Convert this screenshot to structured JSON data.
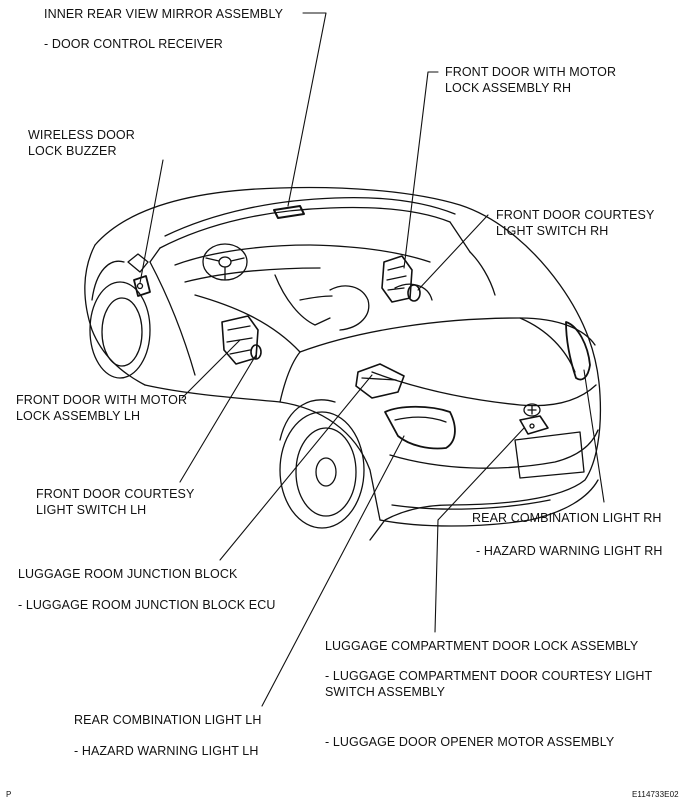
{
  "colors": {
    "background": "#ffffff",
    "ink": "#111111"
  },
  "labels": {
    "mirror": {
      "line1": "INNER REAR VIEW MIRROR ASSEMBLY",
      "sub1": "- DOOR CONTROL RECEIVER"
    },
    "buzzer": {
      "line1": "WIRELESS DOOR",
      "line2": "LOCK BUZZER"
    },
    "front_door_rh": {
      "line1": "FRONT DOOR WITH MOTOR",
      "line2": "LOCK ASSEMBLY RH"
    },
    "courtesy_rh": {
      "line1": "FRONT DOOR COURTESY",
      "line2": "LIGHT SWITCH RH"
    },
    "front_door_lh": {
      "line1": "FRONT DOOR WITH MOTOR",
      "line2": "LOCK ASSEMBLY LH"
    },
    "courtesy_lh": {
      "line1": "FRONT DOOR COURTESY",
      "line2": "LIGHT SWITCH LH"
    },
    "junction": {
      "line1": "LUGGAGE ROOM JUNCTION BLOCK",
      "sub1": "- LUGGAGE ROOM JUNCTION BLOCK ECU"
    },
    "rear_rh": {
      "line1": "REAR COMBINATION LIGHT RH",
      "sub1": "- HAZARD WARNING LIGHT RH"
    },
    "luggage_lock": {
      "line1": "LUGGAGE COMPARTMENT DOOR LOCK ASSEMBLY",
      "sub1": "- LUGGAGE COMPARTMENT DOOR COURTESY LIGHT",
      "sub2": "SWITCH ASSEMBLY",
      "sub3": "- LUGGAGE DOOR OPENER MOTOR ASSEMBLY"
    },
    "rear_lh": {
      "line1": "REAR COMBINATION LIGHT LH",
      "sub1": "- HAZARD WARNING LIGHT LH"
    }
  },
  "footer": {
    "left_mark": "P",
    "code": "E114733E02"
  }
}
